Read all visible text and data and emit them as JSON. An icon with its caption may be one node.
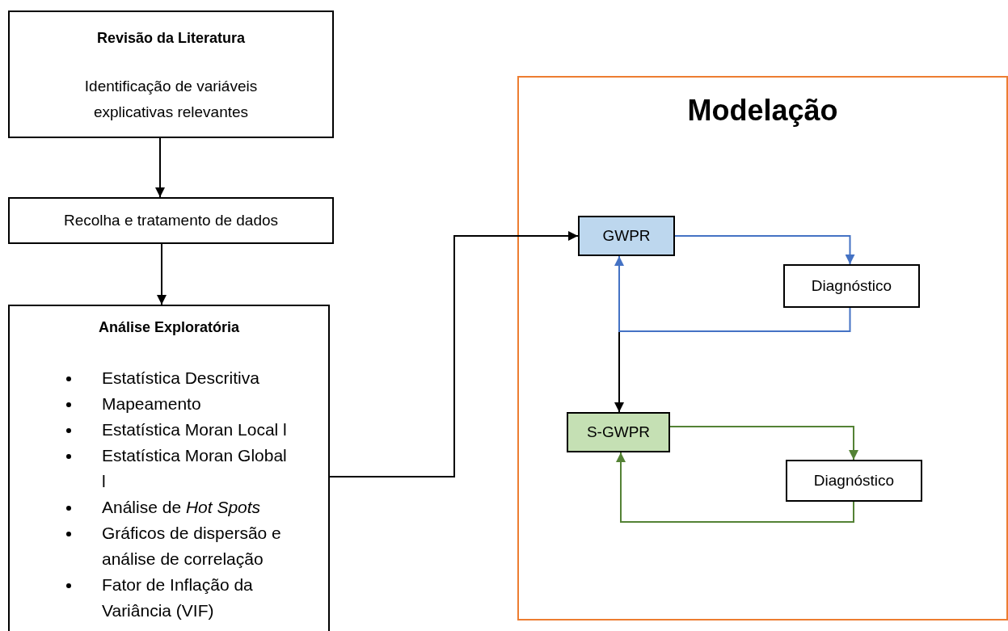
{
  "diagram": {
    "nodes": [
      {
        "text": [
          "Revisão da Literatura",
          "Identificação de variáveis explicativas relevantes"
        ]
      },
      {
        "text": [
          "Recolha e tratamento de dados"
        ]
      },
      {
        "text": [
          "Análise Exploratória",
          "Estatística Descritiva",
          "Mapeamento",
          "Estatística Moran Local l",
          "Estatística Moran Global l",
          "Análise de *Hot Spots*",
          "Gráficos de dispersão e análise de correlação",
          "Fator de Inflação da Variância (VIF)"
        ]
      },
      {
        "text": [
          "Modelação"
        ]
      },
      {
        "text": [
          "GWPR"
        ],
        "in": 3
      },
      {
        "text": [
          "Diagnóstico"
        ],
        "in": 3
      },
      {
        "text": [
          "S-GWPR"
        ],
        "in": 3
      },
      {
        "text": [
          "Diagnóstico"
        ],
        "in": 3
      }
    ],
    "edges": [
      {
        "from": 0,
        "to": 1,
        "arrow": "to"
      },
      {
        "from": 1,
        "to": 2,
        "arrow": "to"
      },
      {
        "from": 2,
        "to": 4,
        "arrow": "to"
      },
      {
        "from": 4,
        "to": 5,
        "arrow": "to",
        "color": "#4472c4"
      },
      {
        "from": 5,
        "to": 4,
        "arrow": "to",
        "color": "#4472c4"
      },
      {
        "from": 4,
        "to": 6,
        "arrow": "to"
      },
      {
        "from": 6,
        "to": 7,
        "arrow": "to",
        "color": "#548235"
      },
      {
        "from": 7,
        "to": 6,
        "arrow": "to",
        "color": "#548235"
      }
    ]
  }
}
